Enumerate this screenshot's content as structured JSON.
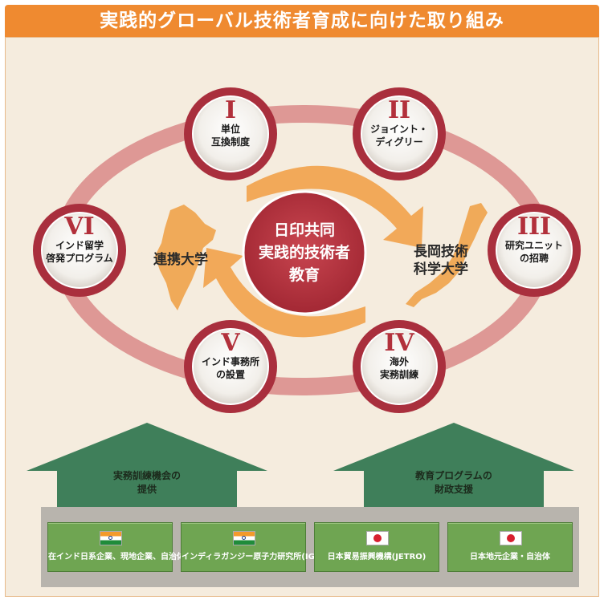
{
  "title": "実践的グローバル技術者育成に向けた取り組み",
  "center": {
    "lines": [
      "日印共同",
      "実践的技術者",
      "教育"
    ]
  },
  "partners": {
    "left": {
      "lines": [
        "連携大学"
      ]
    },
    "right": {
      "lines": [
        "長岡技術",
        "科学大学"
      ]
    }
  },
  "nodes": [
    {
      "numeral": "I",
      "lines": [
        "単位",
        "互換制度"
      ]
    },
    {
      "numeral": "II",
      "lines": [
        "ジョイント・",
        "ディグリー"
      ]
    },
    {
      "numeral": "III",
      "lines": [
        "研究ユニット",
        "の招聘"
      ]
    },
    {
      "numeral": "IV",
      "lines": [
        "海外",
        "実務訓練"
      ]
    },
    {
      "numeral": "V",
      "lines": [
        "インド事務所",
        "の設置"
      ]
    },
    {
      "numeral": "VI",
      "lines": [
        "インド留学",
        "啓発プログラム"
      ]
    }
  ],
  "support": [
    {
      "lines": [
        "実務訓練機会の",
        "提供"
      ]
    },
    {
      "lines": [
        "教育プログラムの",
        "財政支援"
      ]
    }
  ],
  "organizations": [
    {
      "label": "在インド日系企業、現地企業、自治体",
      "flag": "india-flag-icon"
    },
    {
      "label": "インディラガンジー原子力研究所(IGCAR)",
      "flag": "india-flag-icon"
    },
    {
      "label": "日本貿易振興機構(JETRO)",
      "flag": "japan-flag-icon"
    },
    {
      "label": "日本地元企業・自治体",
      "flag": "japan-flag-icon"
    }
  ],
  "colors": {
    "title_bar": "#ef8a30",
    "node_ring": "#b2303b",
    "center": "#b2303b",
    "arrow": "#f0a34a",
    "button": "#6fa552"
  }
}
